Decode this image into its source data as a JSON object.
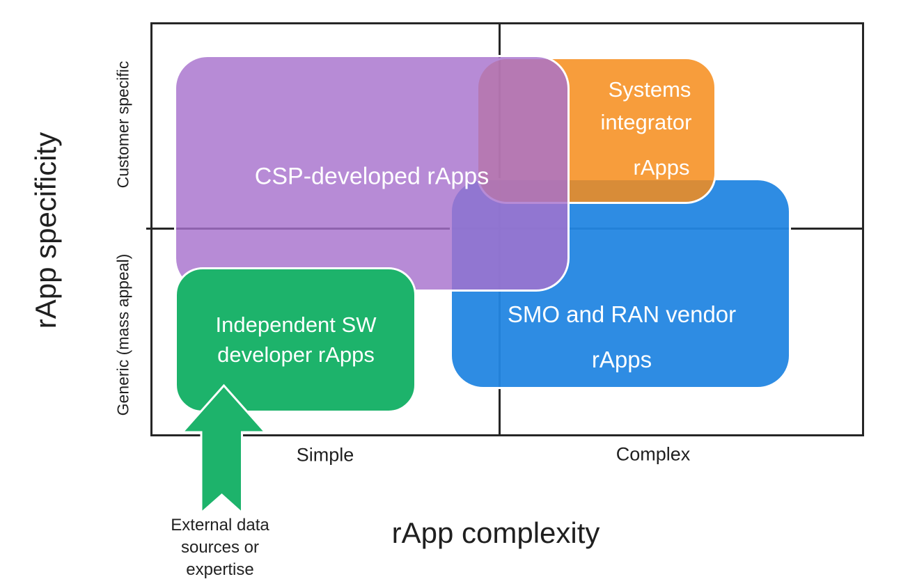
{
  "diagram": {
    "x_axis_title": "rApp complexity",
    "y_axis_title": "rApp specificity",
    "x_ticks": [
      "Simple",
      "Complex"
    ],
    "y_ticks": [
      "Customer specific",
      "Generic (mass appeal)"
    ],
    "boxes": {
      "csp": {
        "label": "CSP-developed rApps",
        "color": "#a771cd"
      },
      "systems_integrator": {
        "lines": [
          "Systems",
          "integrator",
          "rApps"
        ],
        "color": "#f68c1a"
      },
      "smo_ran": {
        "lines": [
          "SMO and RAN vendor",
          "rApps"
        ],
        "color": "#2e8ce3"
      },
      "independent_sw": {
        "lines": [
          "Independent SW",
          "developer rApps"
        ],
        "color": "#1db36b"
      }
    },
    "annotation": {
      "lines": [
        "External data",
        "sources or",
        "expertise"
      ],
      "arrow_color": "#1db36b"
    },
    "frame_color": "#262626",
    "text_color_on_boxes": "#ffffff"
  }
}
